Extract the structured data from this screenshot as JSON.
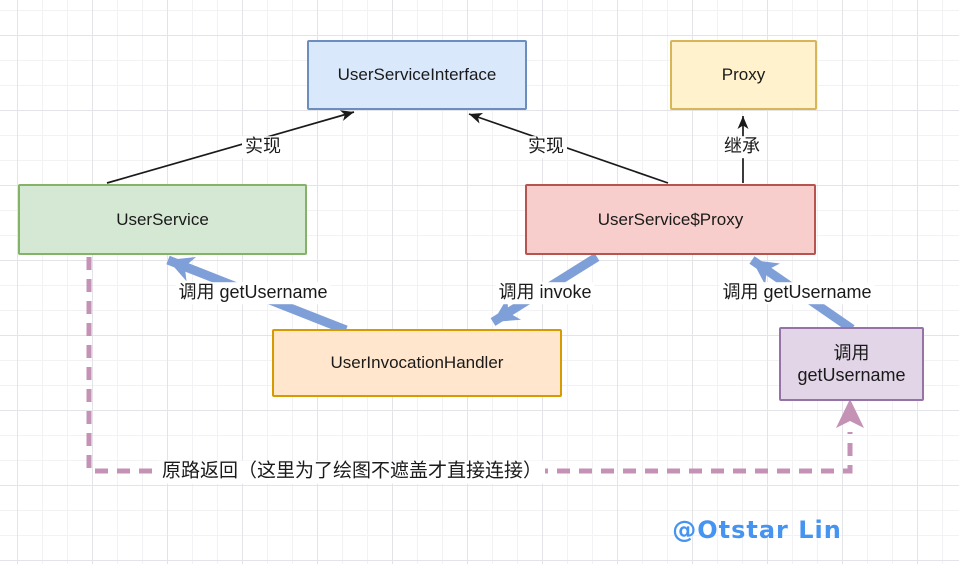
{
  "diagram": {
    "nodes": {
      "user_service_interface": {
        "label": "UserServiceInterface"
      },
      "proxy": {
        "label": "Proxy"
      },
      "user_service": {
        "label": "UserService"
      },
      "user_service_proxy": {
        "label": "UserService$Proxy"
      },
      "user_invocation_handler": {
        "label": "UserInvocationHandler"
      },
      "call_get_username_node": {
        "label_line1": "调用",
        "label_line2": "getUsername"
      }
    },
    "edge_labels": {
      "implements_left": "实现",
      "implements_right": "实现",
      "extends": "继承",
      "call_get_username_left": "调用 getUsername",
      "call_invoke": "调用 invoke",
      "call_get_username_right": "调用 getUsername",
      "return_path": "原路返回（这里为了绘图不遮盖才直接连接）"
    },
    "watermark": "@Otstar Lin",
    "colors": {
      "interface_fill": "#dae8fc",
      "interface_border": "#6c8ebf",
      "proxy_fill": "#fff2cc",
      "proxy_border": "#d6b656",
      "user_service_fill": "#d5e8d4",
      "user_service_border": "#82b366",
      "user_service_proxy_fill": "#f8cecc",
      "user_service_proxy_border": "#b85450",
      "handler_fill": "#ffe6cc",
      "handler_border": "#d79b00",
      "call_node_fill": "#e1d5e7",
      "call_node_border": "#9673a6",
      "black_edge": "#1a1a1a",
      "blue_arrow": "#7f9fd8",
      "pink_dashed": "#c492b4",
      "watermark_blue": "#4694f2"
    }
  }
}
